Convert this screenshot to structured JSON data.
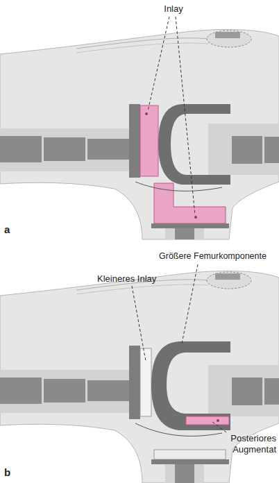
{
  "diagram": {
    "labels": [
      "Inlay",
      "a",
      "Größere Femurkomponente",
      "Kleineres Inlay",
      "Posteriores Augmentat",
      "b"
    ]
  }
}
